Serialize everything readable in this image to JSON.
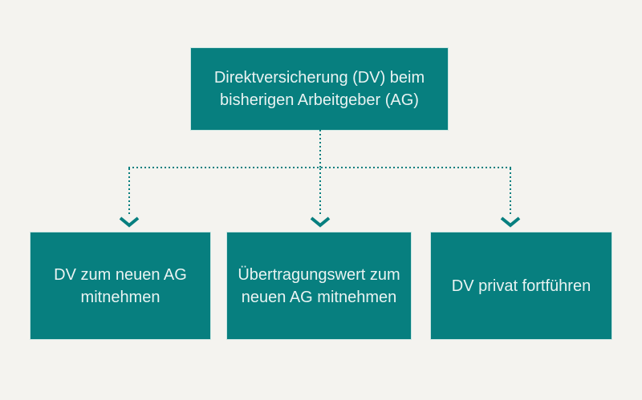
{
  "diagram": {
    "root": {
      "label": "Direktversicherung (DV) beim bisherigen Arbeitgeber (AG)"
    },
    "options": [
      {
        "label": "DV zum neuen AG mitnehmen"
      },
      {
        "label": "Übertragungswert zum neuen AG mitnehmen"
      },
      {
        "label": "DV privat fortführen"
      }
    ]
  },
  "colors": {
    "background": "#f4f3ef",
    "node": "#077f7f",
    "node_text": "#e9f3f2",
    "connector": "#077f7f"
  }
}
